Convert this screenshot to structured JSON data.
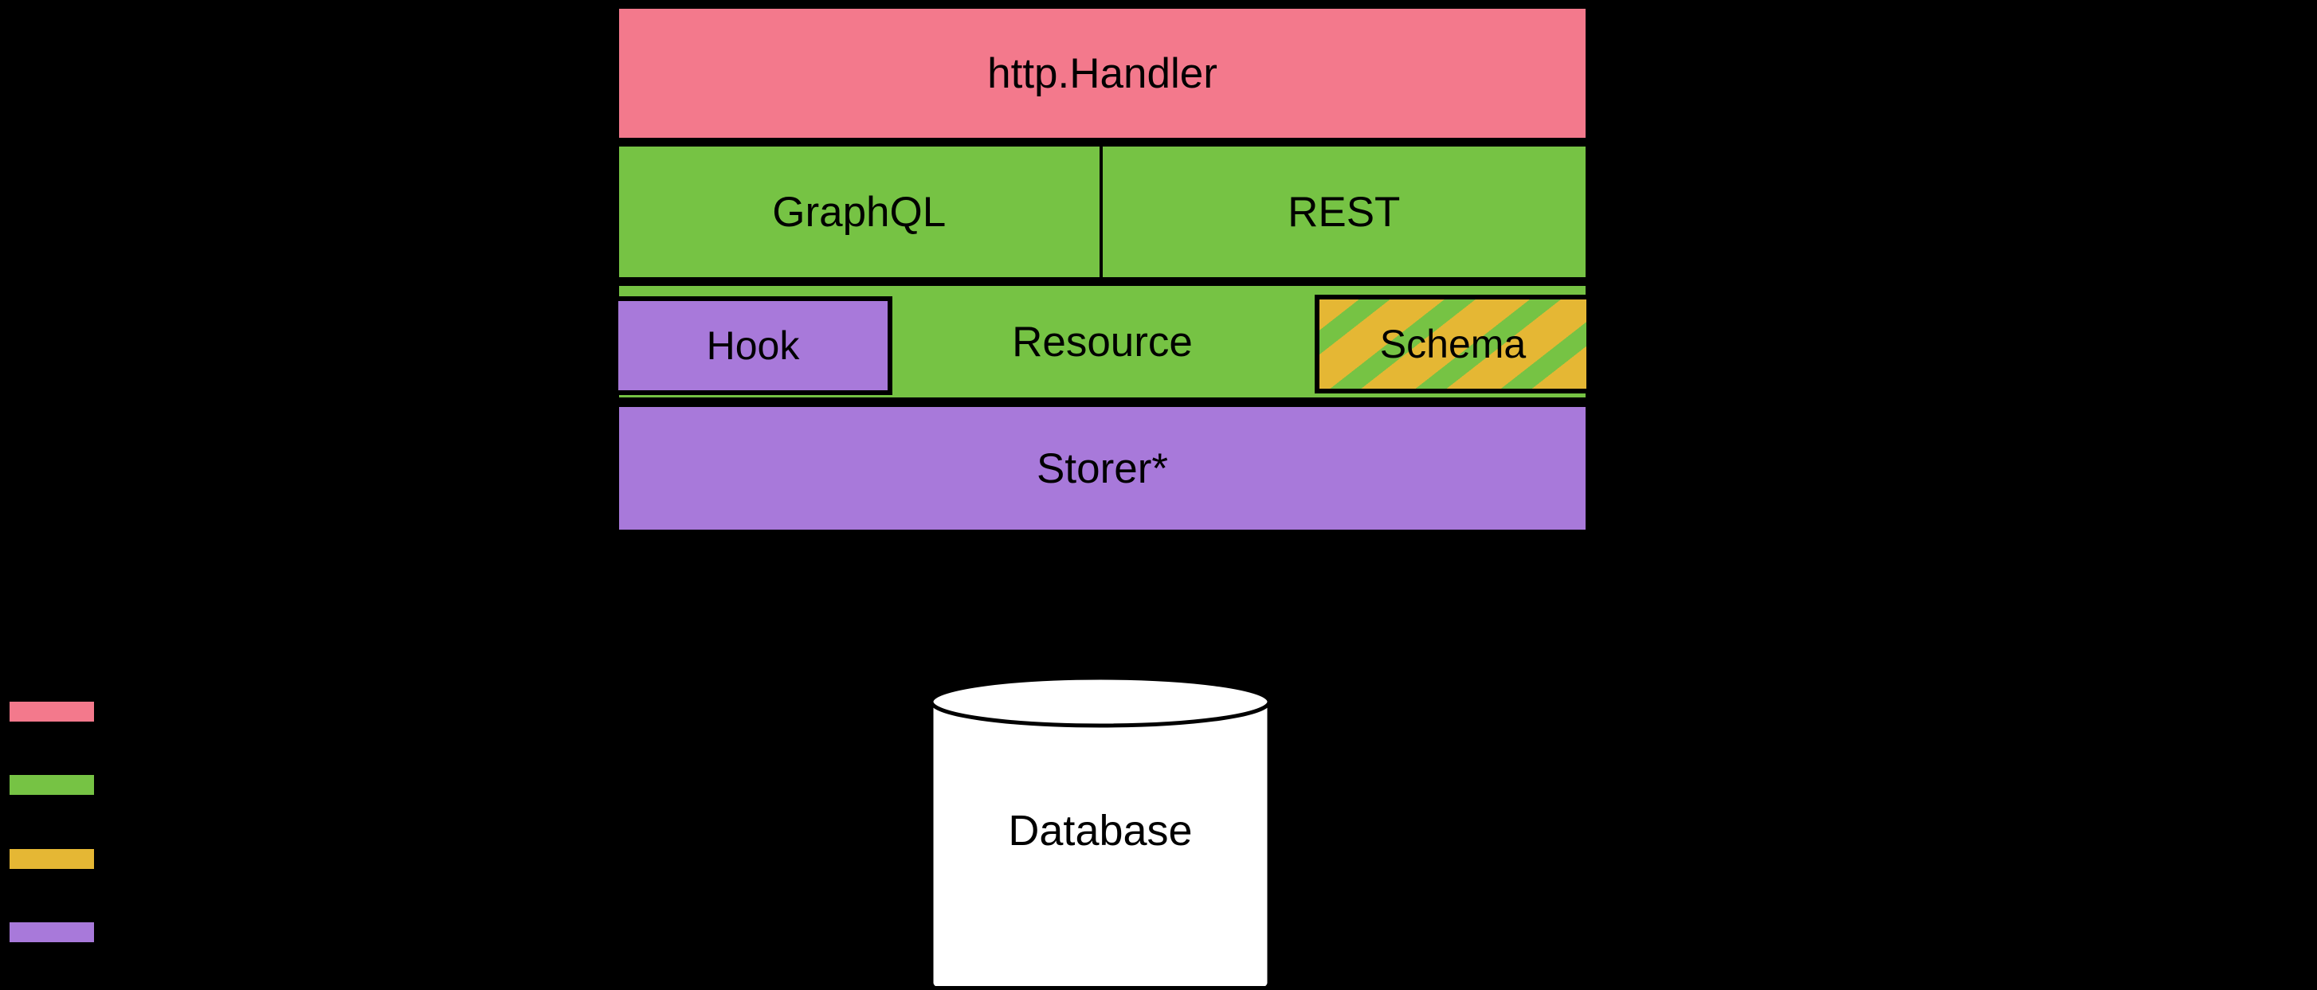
{
  "diagram": {
    "title": "",
    "background_color": "#000000",
    "stack": {
      "layers": [
        {
          "name": "http-handler",
          "label": "http.Handler",
          "color": "#F3798C"
        },
        {
          "name": "api-layer",
          "color": "#76C344",
          "cells": [
            {
              "name": "graphql",
              "label": "GraphQL"
            },
            {
              "name": "rest",
              "label": "REST"
            }
          ]
        },
        {
          "name": "resource-layer",
          "label": "Resource",
          "color": "#76C344",
          "children": [
            {
              "name": "hook",
              "label": "Hook",
              "color": "#A879DA"
            },
            {
              "name": "schema",
              "label": "Schema",
              "color": "#E5B734",
              "pattern": "diagonal-hatch"
            }
          ]
        },
        {
          "name": "storer",
          "label": "Storer*",
          "color": "#A879DA"
        }
      ]
    },
    "legend": {
      "items": [
        {
          "name": "legend-pink",
          "color": "#F3798C",
          "label": ""
        },
        {
          "name": "legend-green",
          "color": "#76C344",
          "label": ""
        },
        {
          "name": "legend-gold",
          "color": "#E5B734",
          "label": ""
        },
        {
          "name": "legend-purple",
          "color": "#A879DA",
          "label": ""
        }
      ]
    },
    "database": {
      "label": "Database",
      "fill_color": "#FFFFFF",
      "stroke_color": "#000000"
    },
    "colors": {
      "pink": "#F3798C",
      "green": "#76C344",
      "gold": "#E5B734",
      "purple": "#A879DA",
      "black": "#000000",
      "white": "#FFFFFF"
    }
  }
}
